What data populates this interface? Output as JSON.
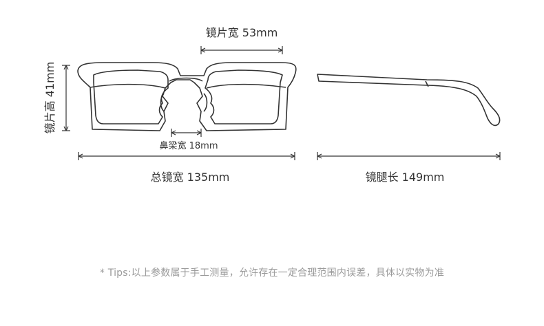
{
  "dimensions": {
    "lens_width": "镜片宽 53mm",
    "lens_height": "镜片高 41mm",
    "bridge_width": "鼻梁宽 18mm",
    "total_width": "总镜宽 135mm",
    "temple_length": "镜腿长 149mm"
  },
  "tips": "* Tips:以上参数属于手工测量，允许存在一定合理范围内误差，具体以实物为准",
  "colors": {
    "line": "#333333",
    "tips_text": "#9a9a9a",
    "background": "#ffffff"
  }
}
